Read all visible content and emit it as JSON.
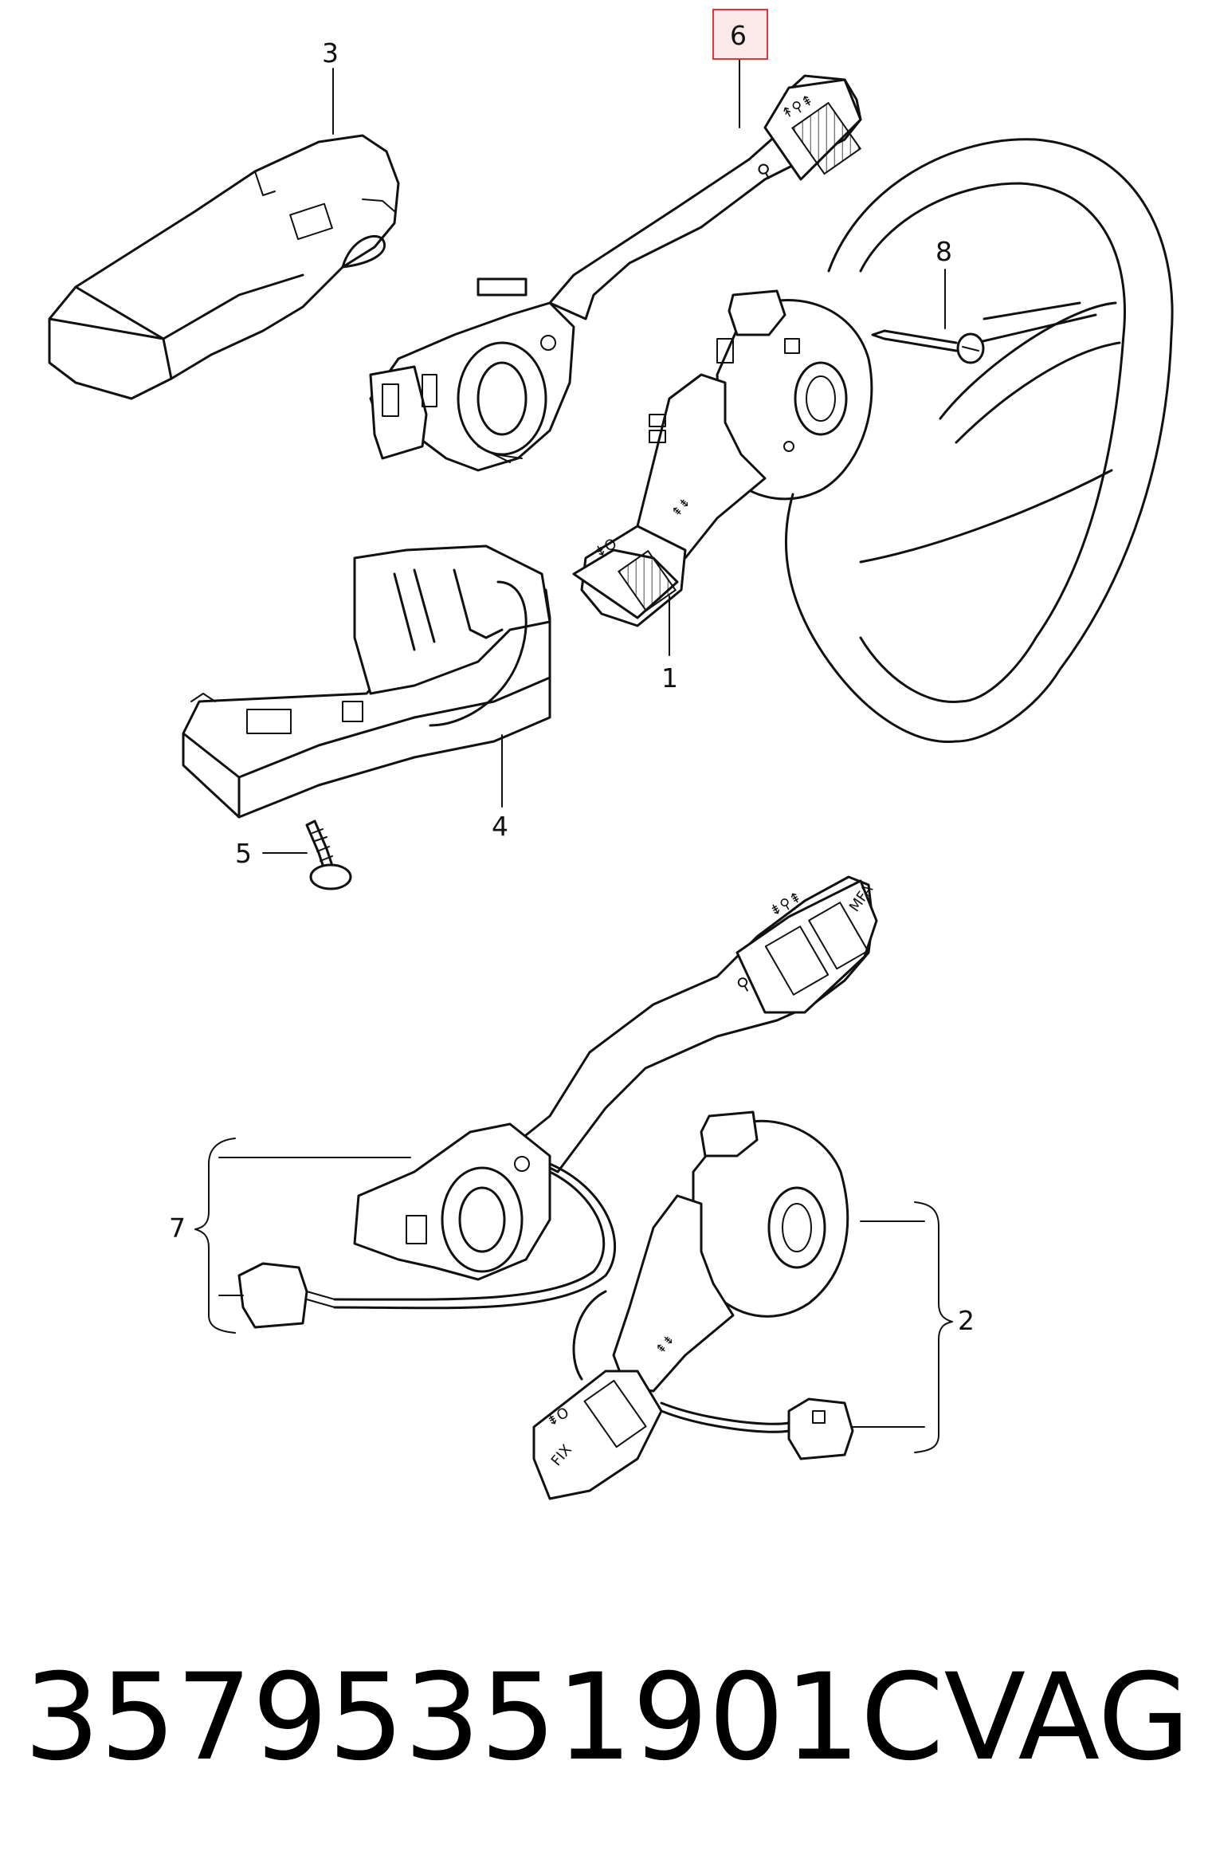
{
  "callouts": {
    "c1": "1",
    "c2": "2",
    "c3": "3",
    "c4": "4",
    "c5": "5",
    "c6": "6",
    "c7": "7",
    "c8": "8"
  },
  "highlight_color": "#e8323c",
  "part_markings": {
    "mfa": "MFA",
    "fix": "FIX"
  },
  "footer": {
    "part_number": "35795351901C",
    "brand": "VAG"
  }
}
